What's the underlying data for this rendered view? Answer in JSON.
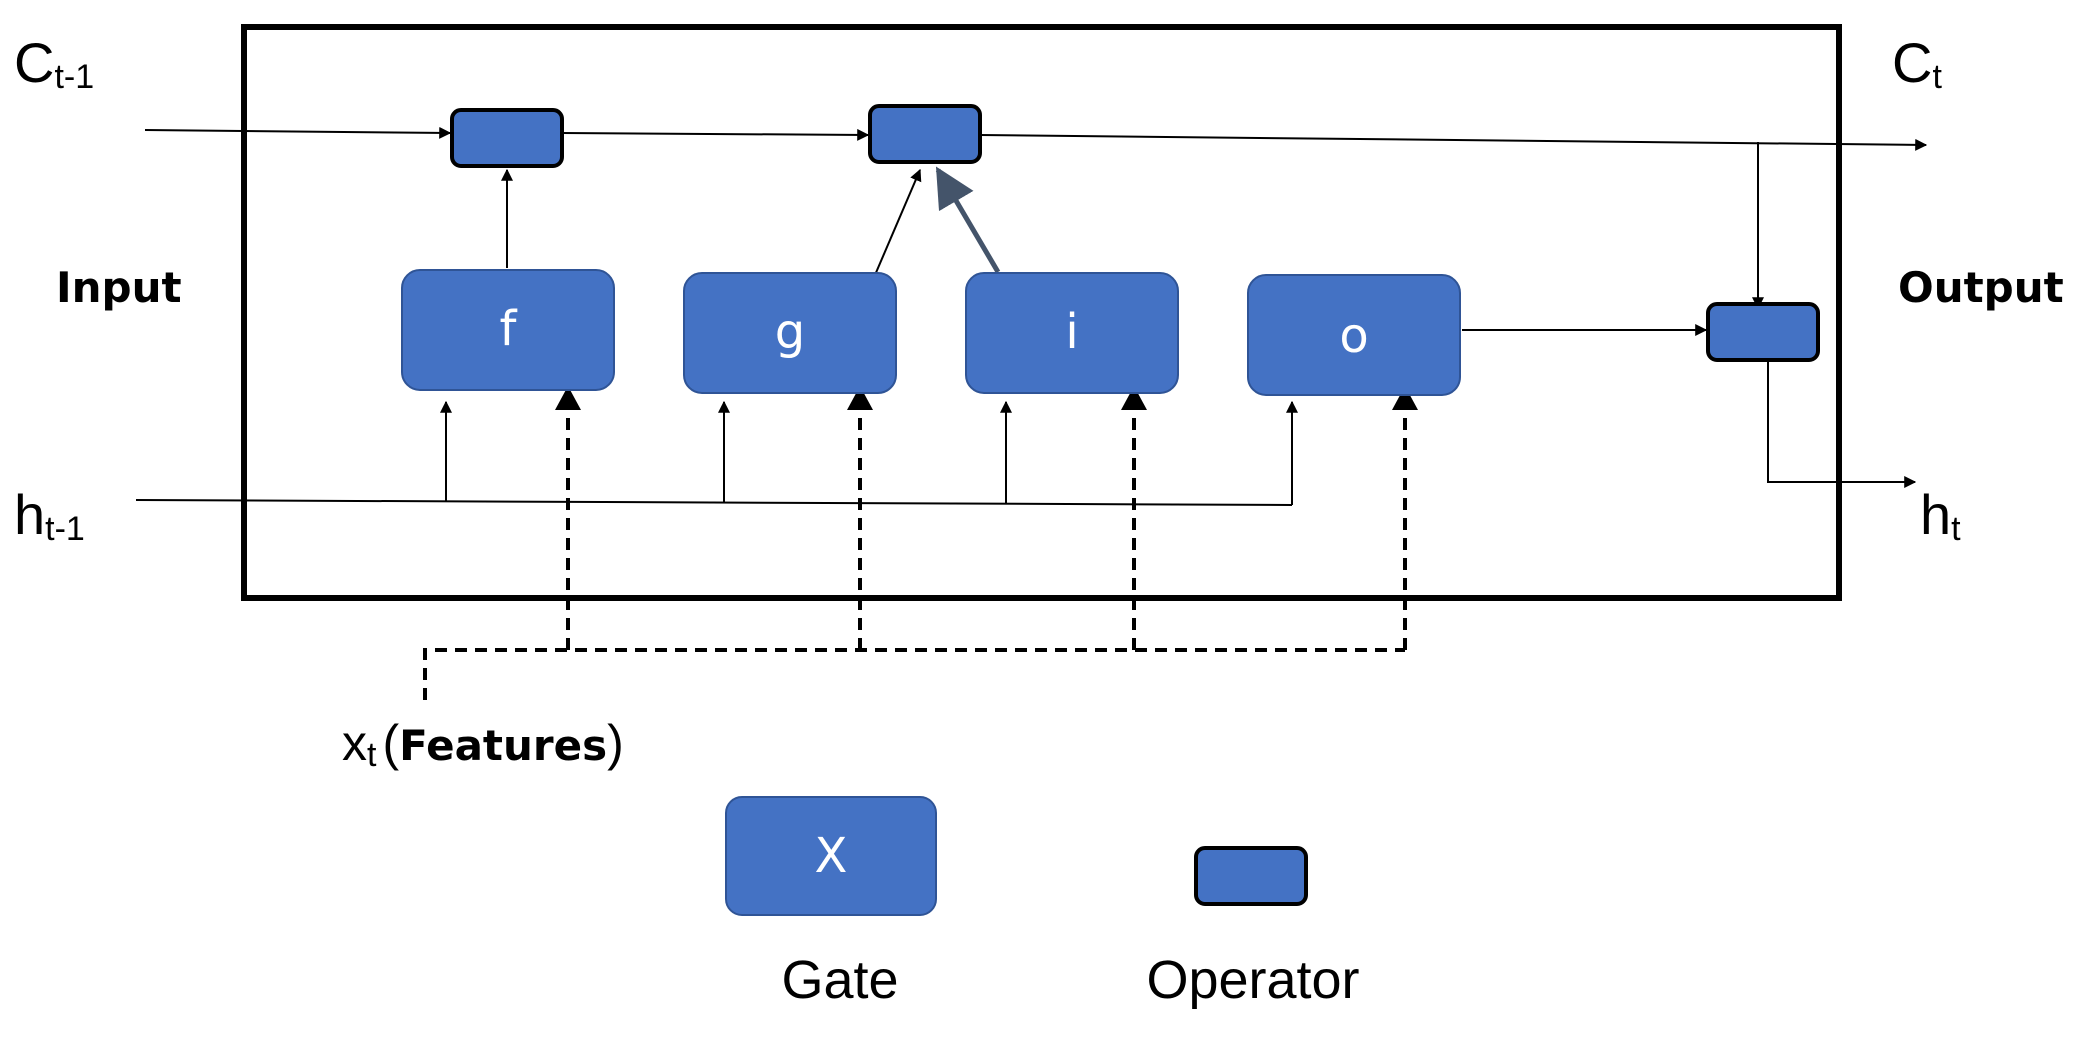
{
  "colors": {
    "gate_fill": "#4472c4",
    "gate_stroke": "#2f5496",
    "operator_stroke": "#000000",
    "line": "#000000",
    "input_arrow": "#44546a"
  },
  "labels": {
    "c_prev_main": "C",
    "c_prev_sub": "t-1",
    "c_next_main": "C",
    "c_next_sub": "t",
    "h_prev_main": "h",
    "h_prev_sub": "t-1",
    "h_next_main": "h",
    "h_next_sub": "t",
    "input": "Input",
    "output": "Output",
    "x_main": "x",
    "x_sub": "t",
    "x_open": "(",
    "x_features": "Features",
    "x_close": ")"
  },
  "gates": {
    "f": "f",
    "g": "g",
    "i": "i",
    "o": "o"
  },
  "legend": {
    "gate_symbol": "X",
    "gate_label": "Gate",
    "operator_label": "Operator"
  }
}
